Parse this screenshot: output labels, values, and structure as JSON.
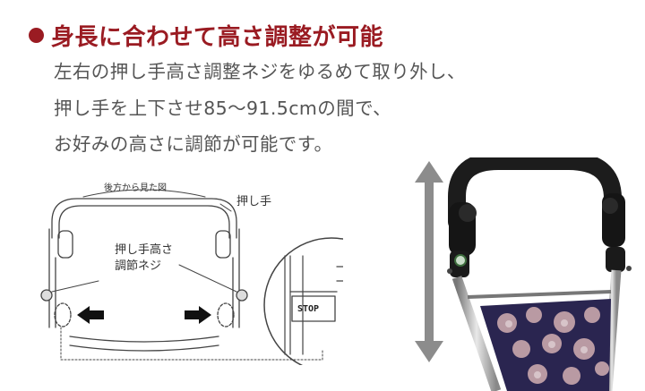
{
  "heading": {
    "text": "身長に合わせて高さ調整が可能",
    "bullet_color": "#9a1b22"
  },
  "body": {
    "line1": "左右の押し手高さ調整ネジをゆるめて取り外し、",
    "line2": "押し手を上下させ85～91.5cmの間で、",
    "line3": "お好みの高さに調節が可能です。"
  },
  "diagram": {
    "caption": "後方から見た図",
    "handle_label": "押し手",
    "screw_label_1": "押し手高さ",
    "screw_label_2": "調節ネジ",
    "stop_label": "STOP"
  },
  "colors": {
    "accent": "#9a1b22",
    "body_text": "#555555",
    "arrow": "#8c8c8c"
  }
}
